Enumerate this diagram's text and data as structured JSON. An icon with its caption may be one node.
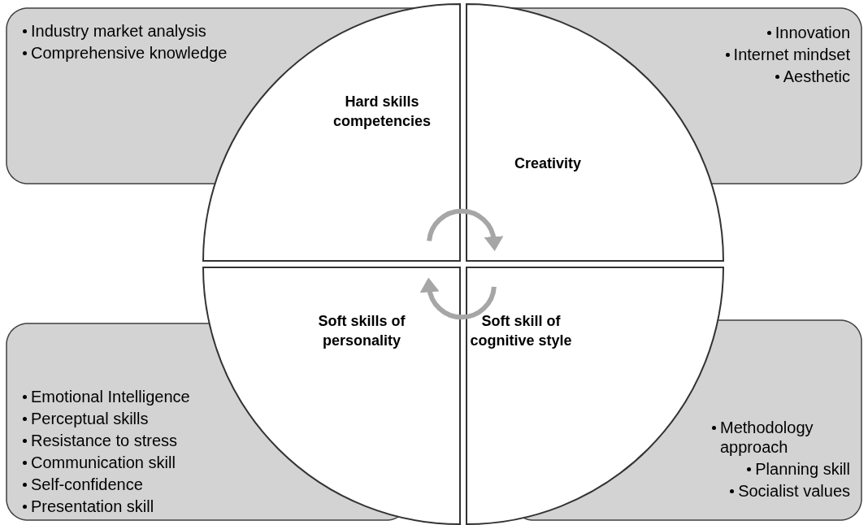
{
  "diagram": {
    "nodes": [
      {
        "text": [
          "Industry market analysis",
          "Comprehensive knowledge"
        ]
      },
      {
        "text": [
          "Innovation",
          "Internet mindset",
          "Aesthetic"
        ]
      },
      {
        "text": [
          "Hard skills competencies"
        ]
      },
      {
        "text": [
          "Creativity"
        ]
      },
      {
        "text": [
          "Soft skills of personality"
        ]
      },
      {
        "text": [
          "Soft skill of cognitive style"
        ]
      },
      {
        "text": [
          "Emotional Intelligence",
          "Perceptual skills",
          "Resistance to stress",
          "Communication skill",
          "Self-confidence",
          "Presentation skill"
        ]
      },
      {
        "text": [
          "Methodology approach",
          "Planning skill",
          "Socialist values"
        ]
      }
    ],
    "edges": [
      {
        "from": 2,
        "to": 3,
        "arrow": "to"
      },
      {
        "from": 5,
        "to": 4,
        "arrow": "to"
      }
    ]
  }
}
